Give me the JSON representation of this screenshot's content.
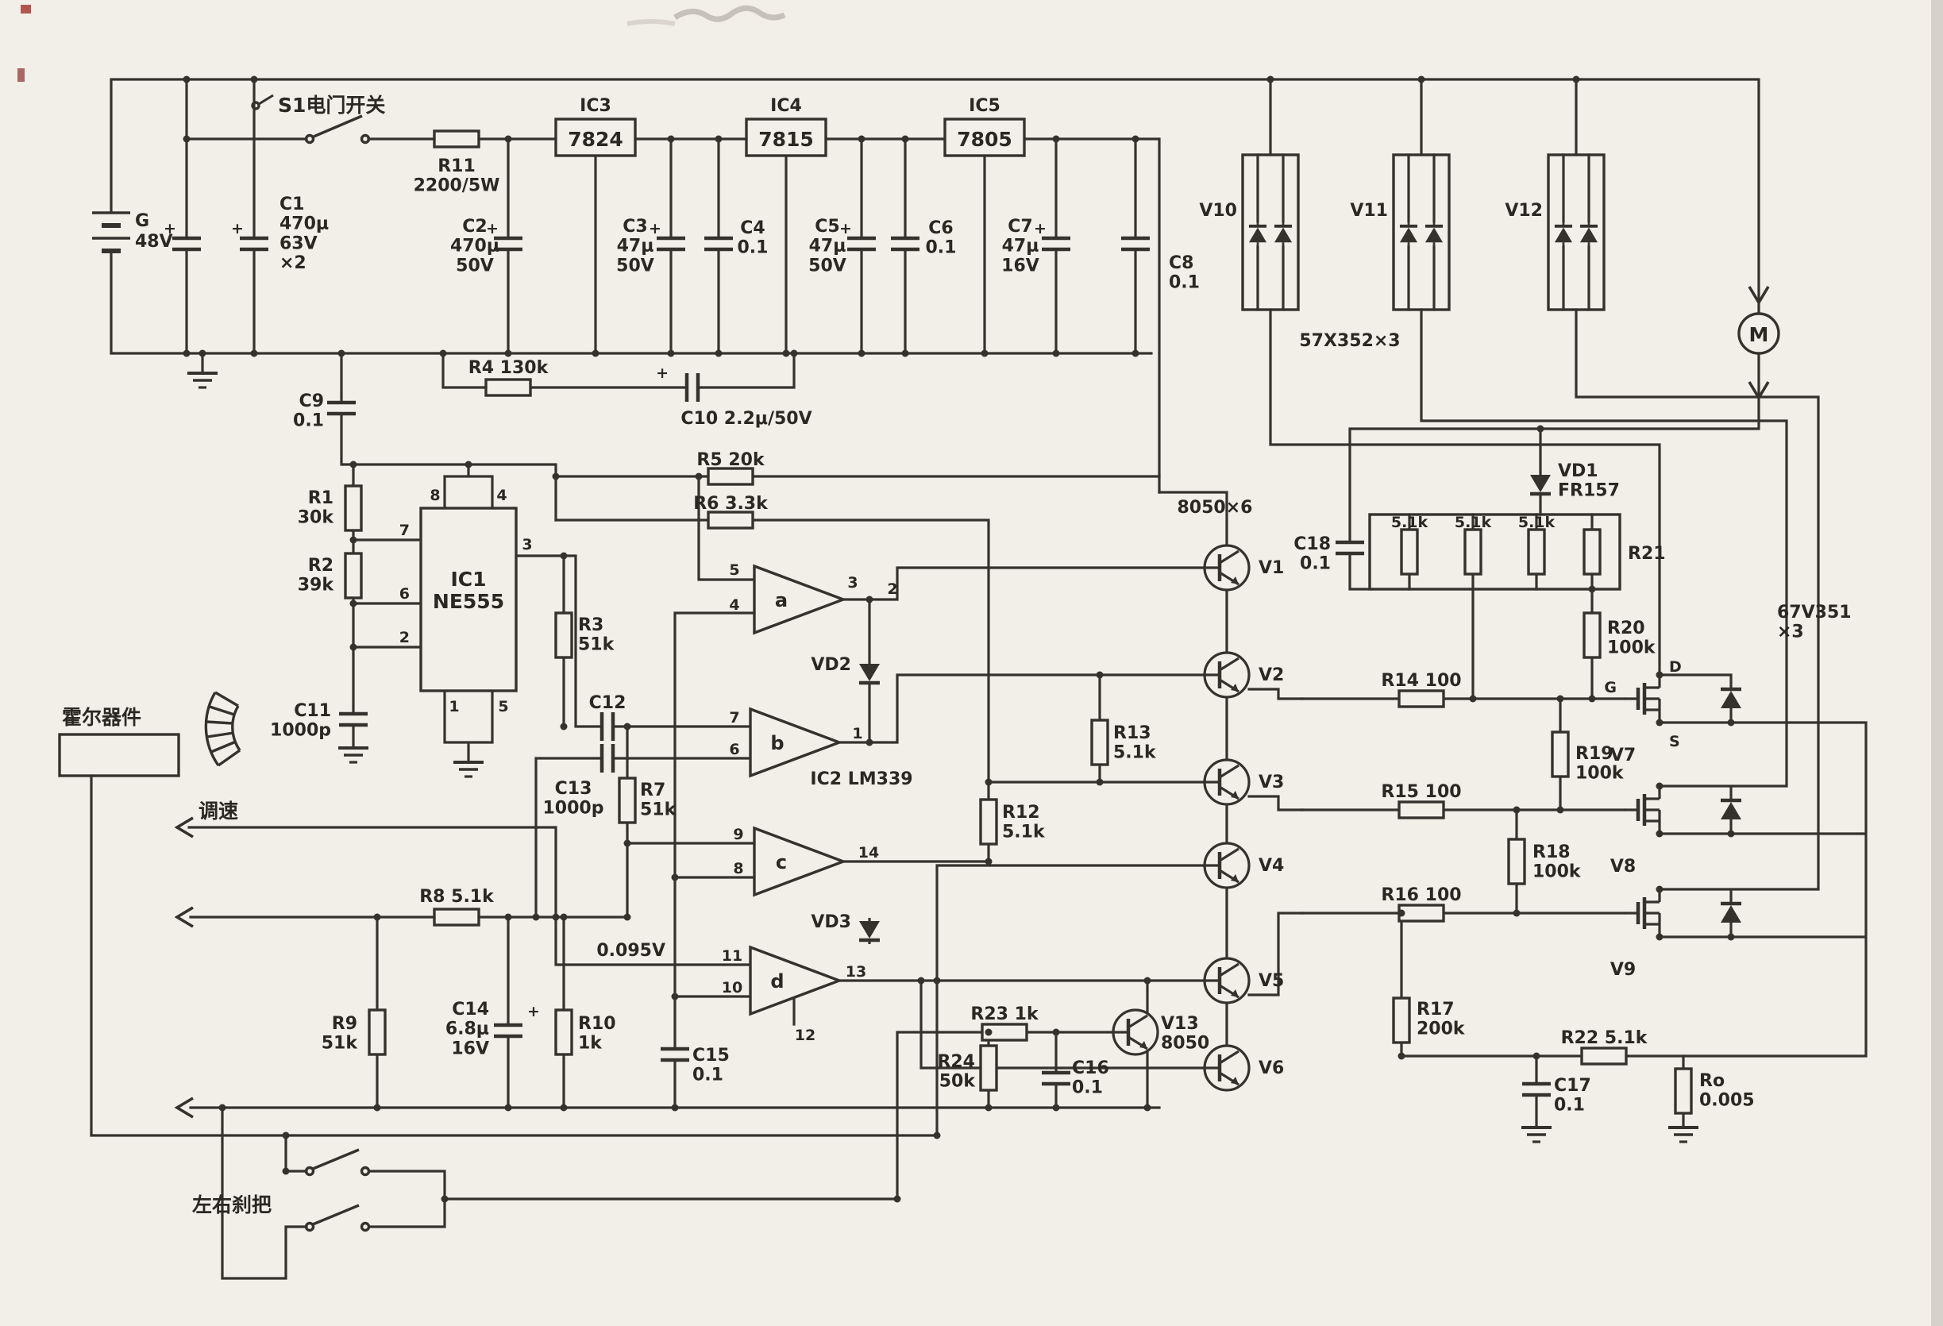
{
  "sym": {
    "plus": "+"
  },
  "power": {
    "s1": "S1电门开关",
    "battery_name": "G",
    "battery_volts": "48V",
    "c1": "C1\n470μ\n63V\n×2",
    "r11": "R11\n2200/5W",
    "c2": "C2\n470μ\n50V",
    "c3": "C3\n47μ\n50V",
    "c4": "C4\n0.1",
    "c5": "C5\n47μ\n50V",
    "c6": "C6\n0.1",
    "c7": "C7\n47μ\n16V",
    "c8": "C8\n0.1",
    "c9": "C9\n0.1",
    "r4": "R4  130k",
    "c10": "C10  2.2μ/50V"
  },
  "regulators": {
    "ic3": "IC3",
    "ic3_part": "7824",
    "ic4": "IC4",
    "ic4_part": "7815",
    "ic5": "IC5",
    "ic5_part": "7805"
  },
  "timer": {
    "ic1": "IC1\nNE555",
    "r1": "R1\n30k",
    "r2": "R2\n39k",
    "r3": "R3\n51k",
    "c11": "C11\n1000p",
    "c12": "C12",
    "c13": "C13\n1000p",
    "pin8": "8",
    "pin4": "4",
    "pin7": "7",
    "pin6": "6",
    "pin2": "2",
    "pin3": "3",
    "pin1": "1",
    "pin5": "5"
  },
  "comparators": {
    "ic2": "IC2  LM339",
    "amp_a": "a",
    "amp_b": "b",
    "amp_c": "c",
    "amp_d": "d",
    "r5": "R5  20k",
    "r6": "R6  3.3k",
    "r7": "R7\n51k",
    "r12": "R12\n5.1k",
    "r13": "R13\n5.1k",
    "vd2": "VD2",
    "vd3": "VD3",
    "vref": "0.095V",
    "pa_in1": "5",
    "pa_in2": "4",
    "pa_top": "3",
    "pa_out": "2",
    "pb_in1": "7",
    "pb_in2": "6",
    "pb_out": "1",
    "pc_in1": "9",
    "pc_in2": "8",
    "pc_out": "14",
    "pd_in1": "11",
    "pd_in2": "10",
    "pd_out": "13",
    "pd_bot": "12"
  },
  "drivers": {
    "part": "8050×6",
    "v1": "V1",
    "v2": "V2",
    "v3": "V3",
    "v4": "V4",
    "v5": "V5",
    "v6": "V6",
    "v13": "V13\n8050",
    "r23": "R23  1k",
    "r24": "R24\n50k",
    "c16": "C16\n0.1"
  },
  "output": {
    "v10": "V10",
    "v11": "V11",
    "v12": "V12",
    "diode_part": "57X352×3",
    "motor": "M",
    "vd1": "VD1\nFR157",
    "c18": "C18\n0.1",
    "rb1": "5.1k",
    "rb2": "5.1k",
    "rb3": "5.1k",
    "r21": "R21",
    "r20": "R20\n100k",
    "mos_part": "67V351\n×3",
    "v7": "V7",
    "v8": "V8",
    "v9": "V9",
    "gate": "G",
    "drain": "D",
    "source": "S",
    "r14": "R14  100",
    "r15": "R15  100",
    "r16": "R16  100",
    "r19": "R19\n100k",
    "r18": "R18\n100k",
    "r17": "R17\n200k",
    "r22": "R22  5.1k",
    "c17": "C17\n0.1",
    "ro": "Ro\n0.005"
  },
  "left": {
    "hall": "霍尔器件",
    "throttle": "调速",
    "r8": "R8  5.1k",
    "r9": "R9\n51k",
    "c14": "C14\n6.8μ\n16V",
    "r10": "R10\n1k",
    "c15": "C15\n0.1",
    "brake": "左右刹把"
  }
}
